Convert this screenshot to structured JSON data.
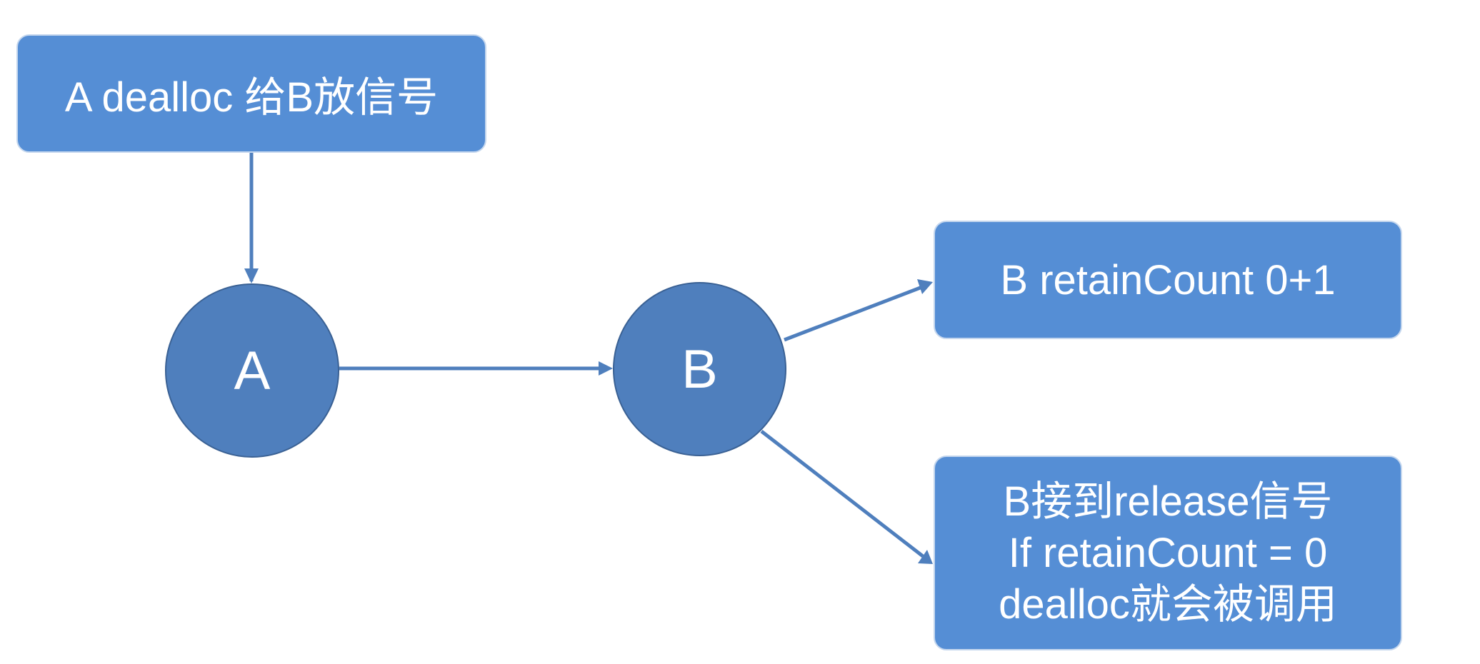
{
  "nodes": {
    "top_box": {
      "label": "A dealloc 给B放信号"
    },
    "circle_a": {
      "label": "A"
    },
    "circle_b": {
      "label": "B"
    },
    "retain_box": {
      "label": "B retainCount 0+1"
    },
    "release_box": {
      "line1": "B接到release信号",
      "line2": "If retainCount = 0",
      "line3": "dealloc就会被调用"
    }
  },
  "colors": {
    "box_fill": "#558ed5",
    "circle_fill": "#4f7fbd",
    "edge": "#4f7fbd",
    "text": "#ffffff"
  }
}
